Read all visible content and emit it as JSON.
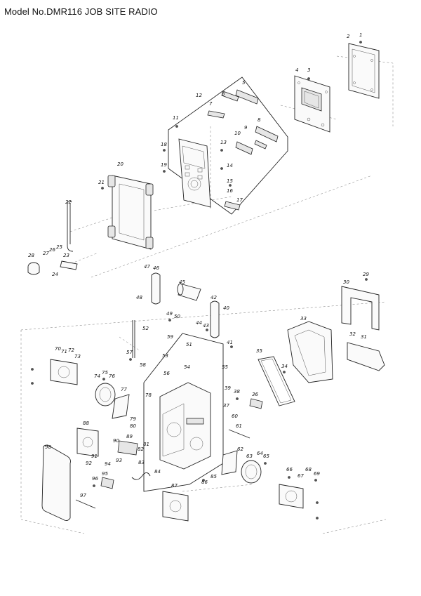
{
  "header": {
    "title": "Model No.DMR116 JOB SITE RADIO"
  },
  "diagram": {
    "callouts": [
      "1",
      "2",
      "3",
      "4",
      "5",
      "6",
      "7",
      "8",
      "9",
      "10",
      "11",
      "12",
      "13",
      "14",
      "15",
      "16",
      "17",
      "18",
      "19",
      "20",
      "21",
      "22",
      "23",
      "24",
      "25",
      "26",
      "27",
      "28",
      "29",
      "30",
      "31",
      "32",
      "33",
      "34",
      "35",
      "36",
      "37",
      "38",
      "39",
      "40",
      "41",
      "42",
      "43",
      "44",
      "45",
      "46",
      "47",
      "48",
      "49",
      "50",
      "51",
      "52",
      "53",
      "54",
      "55",
      "56",
      "57",
      "58",
      "59",
      "60",
      "61",
      "62",
      "63",
      "64",
      "65",
      "66",
      "67",
      "68",
      "69",
      "70",
      "71",
      "72",
      "73",
      "74",
      "75",
      "76",
      "77",
      "78",
      "79",
      "80",
      "81",
      "82",
      "83",
      "84",
      "85",
      "86",
      "87",
      "88",
      "89",
      "90",
      "91",
      "92",
      "93",
      "94",
      "95",
      "96",
      "97",
      "98"
    ]
  }
}
